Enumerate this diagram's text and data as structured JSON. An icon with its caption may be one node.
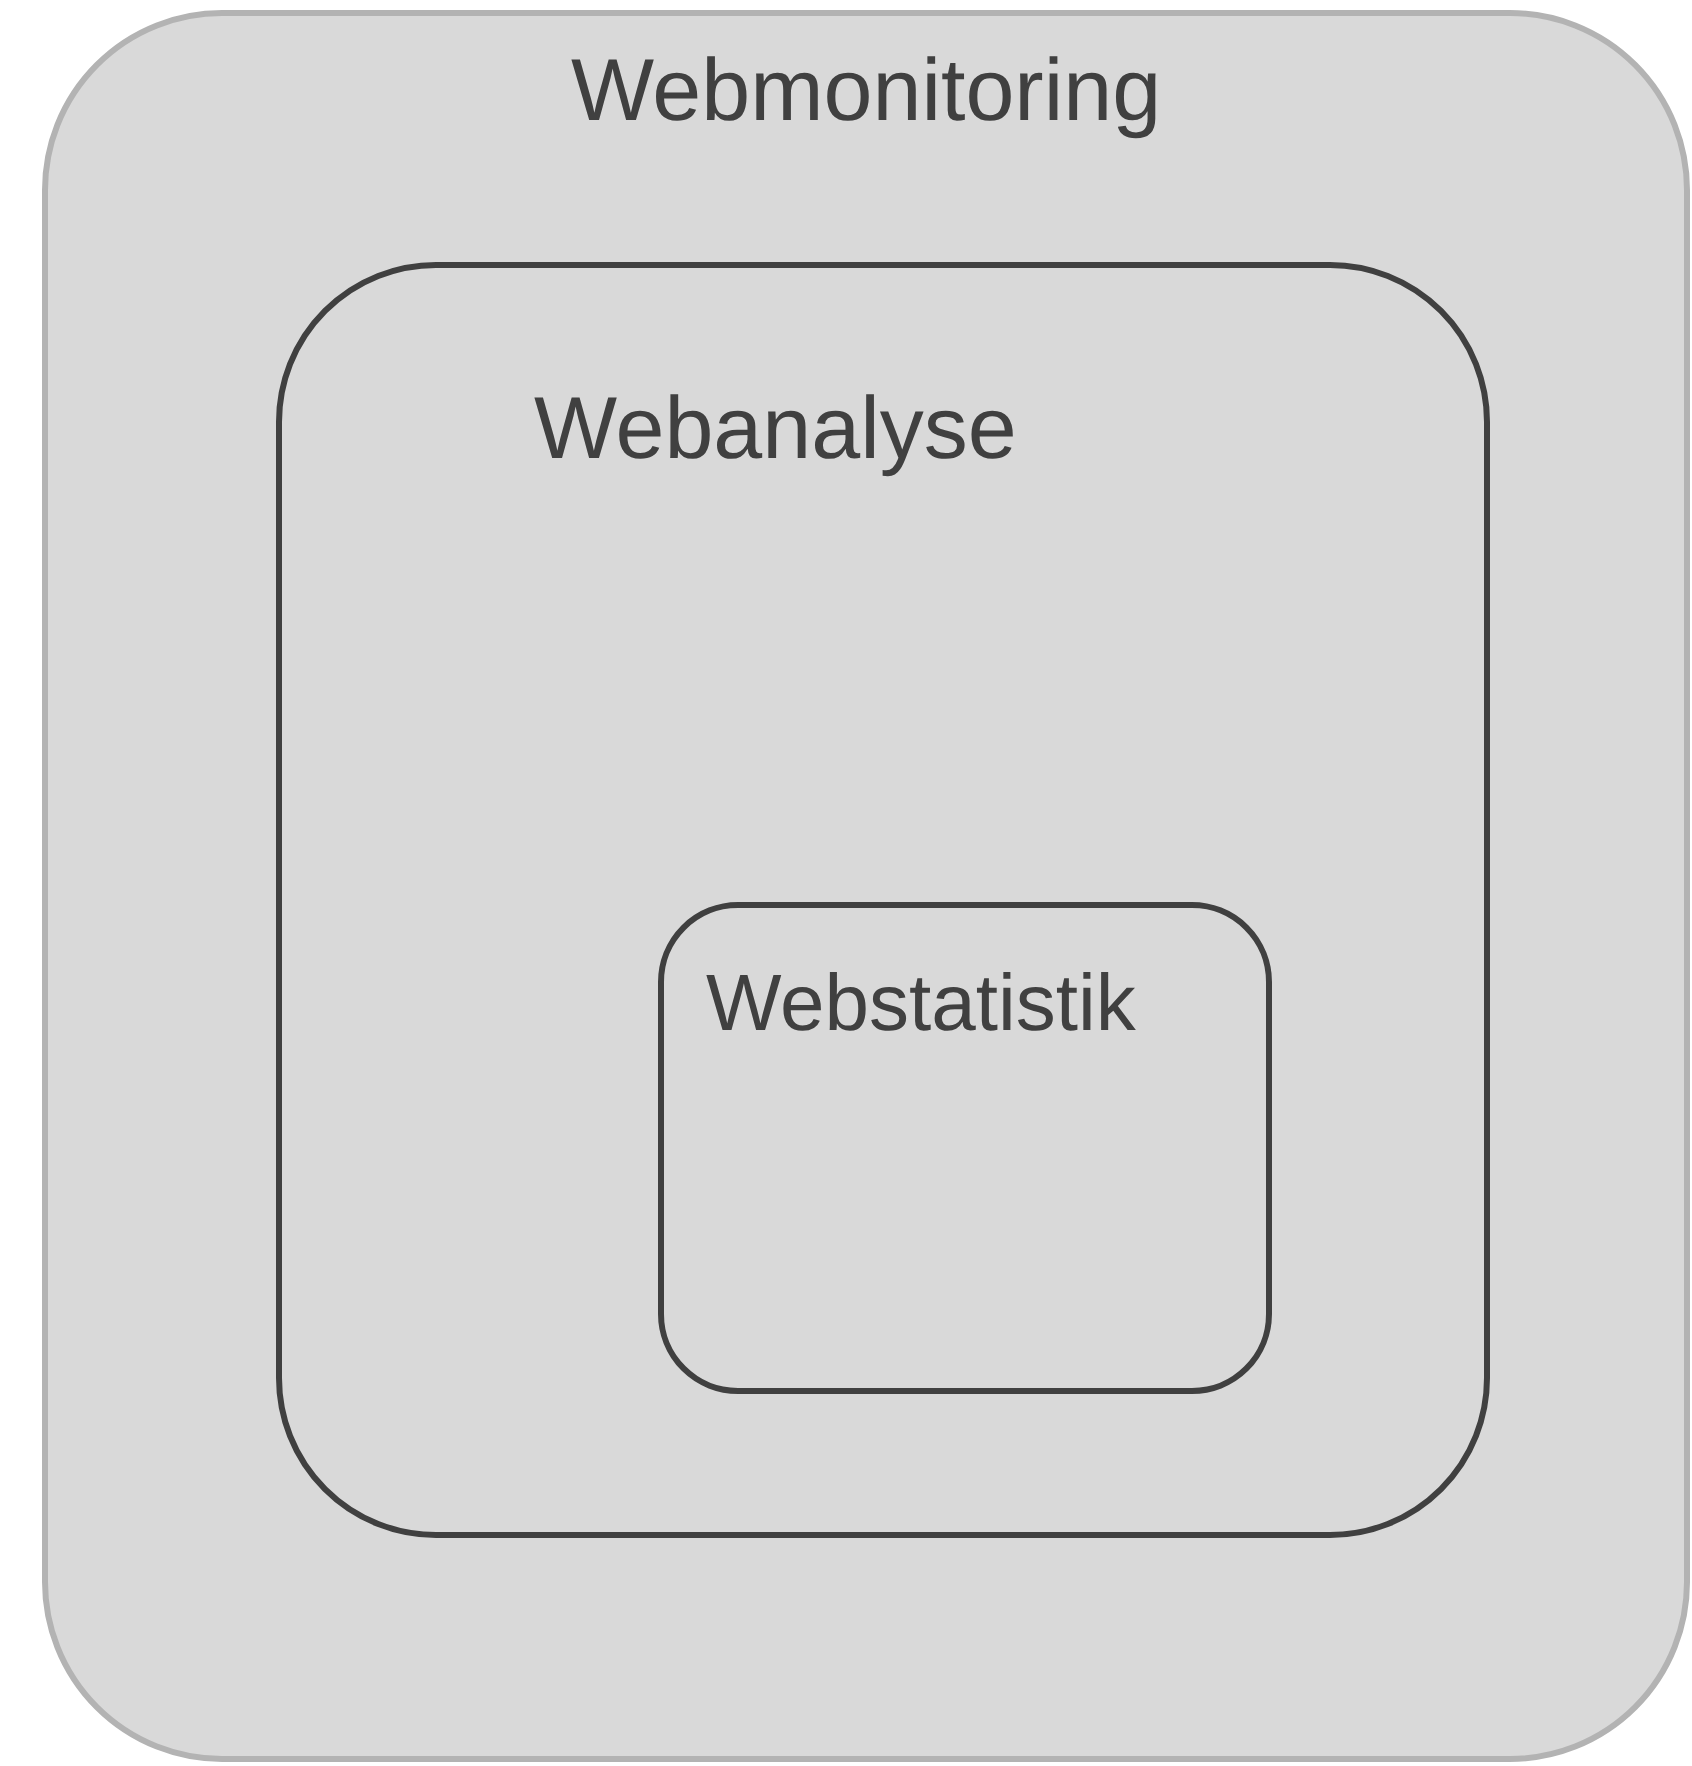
{
  "diagram": {
    "nodes": [
      {
        "text": [
          "Webmonitoring"
        ]
      },
      {
        "text": [
          "Webanalyse"
        ],
        "in": 0
      },
      {
        "text": [
          "Webstatistik"
        ],
        "in": 1
      }
    ]
  }
}
